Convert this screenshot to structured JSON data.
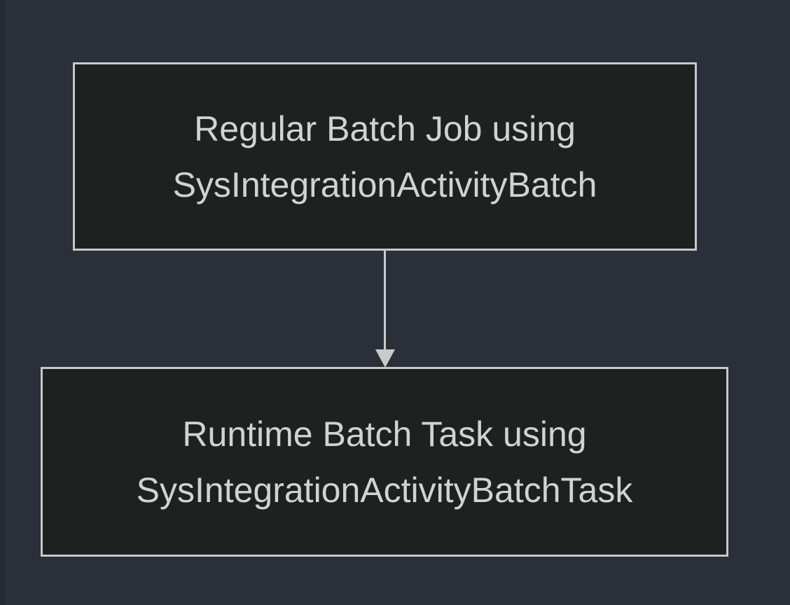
{
  "colors": {
    "page_background": "#2b2f3a",
    "left_edge_shade": "#262a33",
    "node_fill": "#1f2120",
    "node_border": "#c7c9c9",
    "node_text": "#d2d2d2",
    "connector": "#c9cbcb"
  },
  "diagram": {
    "nodes": [
      {
        "id": "regular-batch-job",
        "label": "Regular Batch Job using SysIntegrationActivityBatch",
        "line1": "Regular Batch Job using",
        "line2": "SysIntegrationActivityBatch"
      },
      {
        "id": "runtime-batch-task",
        "label": "Runtime Batch Task using SysIntegrationActivityBatchTask",
        "line1": "Runtime Batch Task using",
        "line2": "SysIntegrationActivityBatchTask"
      }
    ],
    "connectors": [
      {
        "from": "regular-batch-job",
        "to": "runtime-batch-task",
        "style": "arrow-down"
      }
    ]
  }
}
